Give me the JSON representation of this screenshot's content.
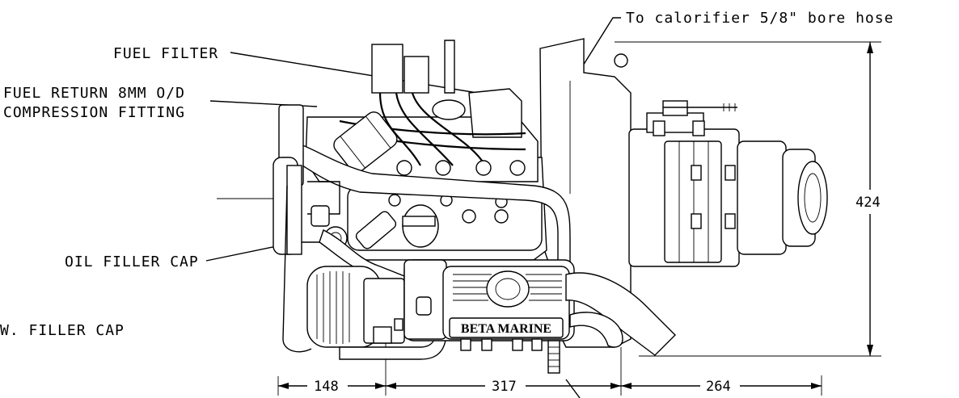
{
  "labels": {
    "calorifier": "To calorifier 5/8\" bore hose",
    "fuel_filter": "FUEL FILTER",
    "fuel_return_line1": "FUEL RETURN 8MM O/D",
    "fuel_return_line2": "COMPRESSION FITTING",
    "oil_filler": "OIL FILLER CAP",
    "fw_filler": "W. FILLER CAP",
    "brand": "BETA MARINE"
  },
  "dimensions": {
    "width_left": "148",
    "width_middle": "317",
    "width_right": "264",
    "height": "424"
  }
}
